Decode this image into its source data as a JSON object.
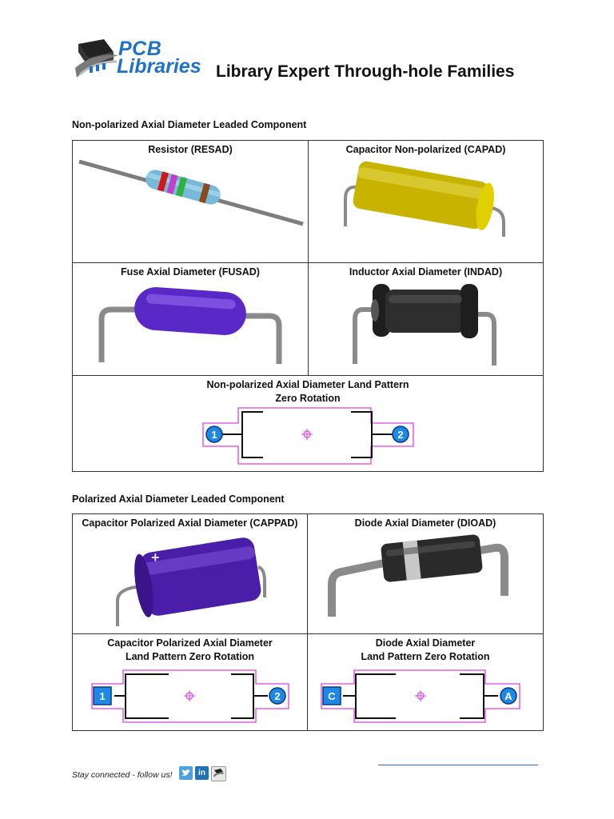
{
  "header": {
    "logo_line1": "PCB",
    "logo_line2": "Libraries",
    "title": "Library Expert Through-hole Families"
  },
  "sections": [
    {
      "title": "Non-polarized Axial Diameter Leaded Component",
      "cells": [
        {
          "title": "Resistor (RESAD)"
        },
        {
          "title": "Capacitor Non-polarized (CAPAD)"
        },
        {
          "title": "Fuse Axial Diameter (FUSAD)"
        },
        {
          "title": "Inductor Axial Diameter (INDAD)"
        },
        {
          "title_line1": "Non-polarized Axial Diameter Land Pattern",
          "title_line2": "Zero Rotation",
          "pad_left": "1",
          "pad_right": "2"
        }
      ]
    },
    {
      "title": "Polarized Axial Diameter Leaded Component",
      "cells": [
        {
          "title": "Capacitor Polarized Axial Diameter (CAPPAD)",
          "polarity_mark": "+"
        },
        {
          "title": "Diode Axial Diameter (DIOAD)"
        },
        {
          "title_line1": "Capacitor Polarized Axial Diameter",
          "title_line2": "Land Pattern Zero Rotation",
          "pad_left": "1",
          "pad_right": "2"
        },
        {
          "title_line1": "Diode Axial Diameter",
          "title_line2": "Land Pattern Zero Rotation",
          "pad_left": "C",
          "pad_right": "A"
        }
      ]
    }
  ],
  "footer": {
    "text": "Stay connected - follow us!",
    "icons": [
      "twitter-icon",
      "linkedin-icon",
      "pcb-libraries-icon"
    ],
    "linkedin_label": "in"
  },
  "colors": {
    "brand_blue": "#1e73c8",
    "pattern_magenta": "#e040e0",
    "pad_blue": "#1e88e5"
  }
}
